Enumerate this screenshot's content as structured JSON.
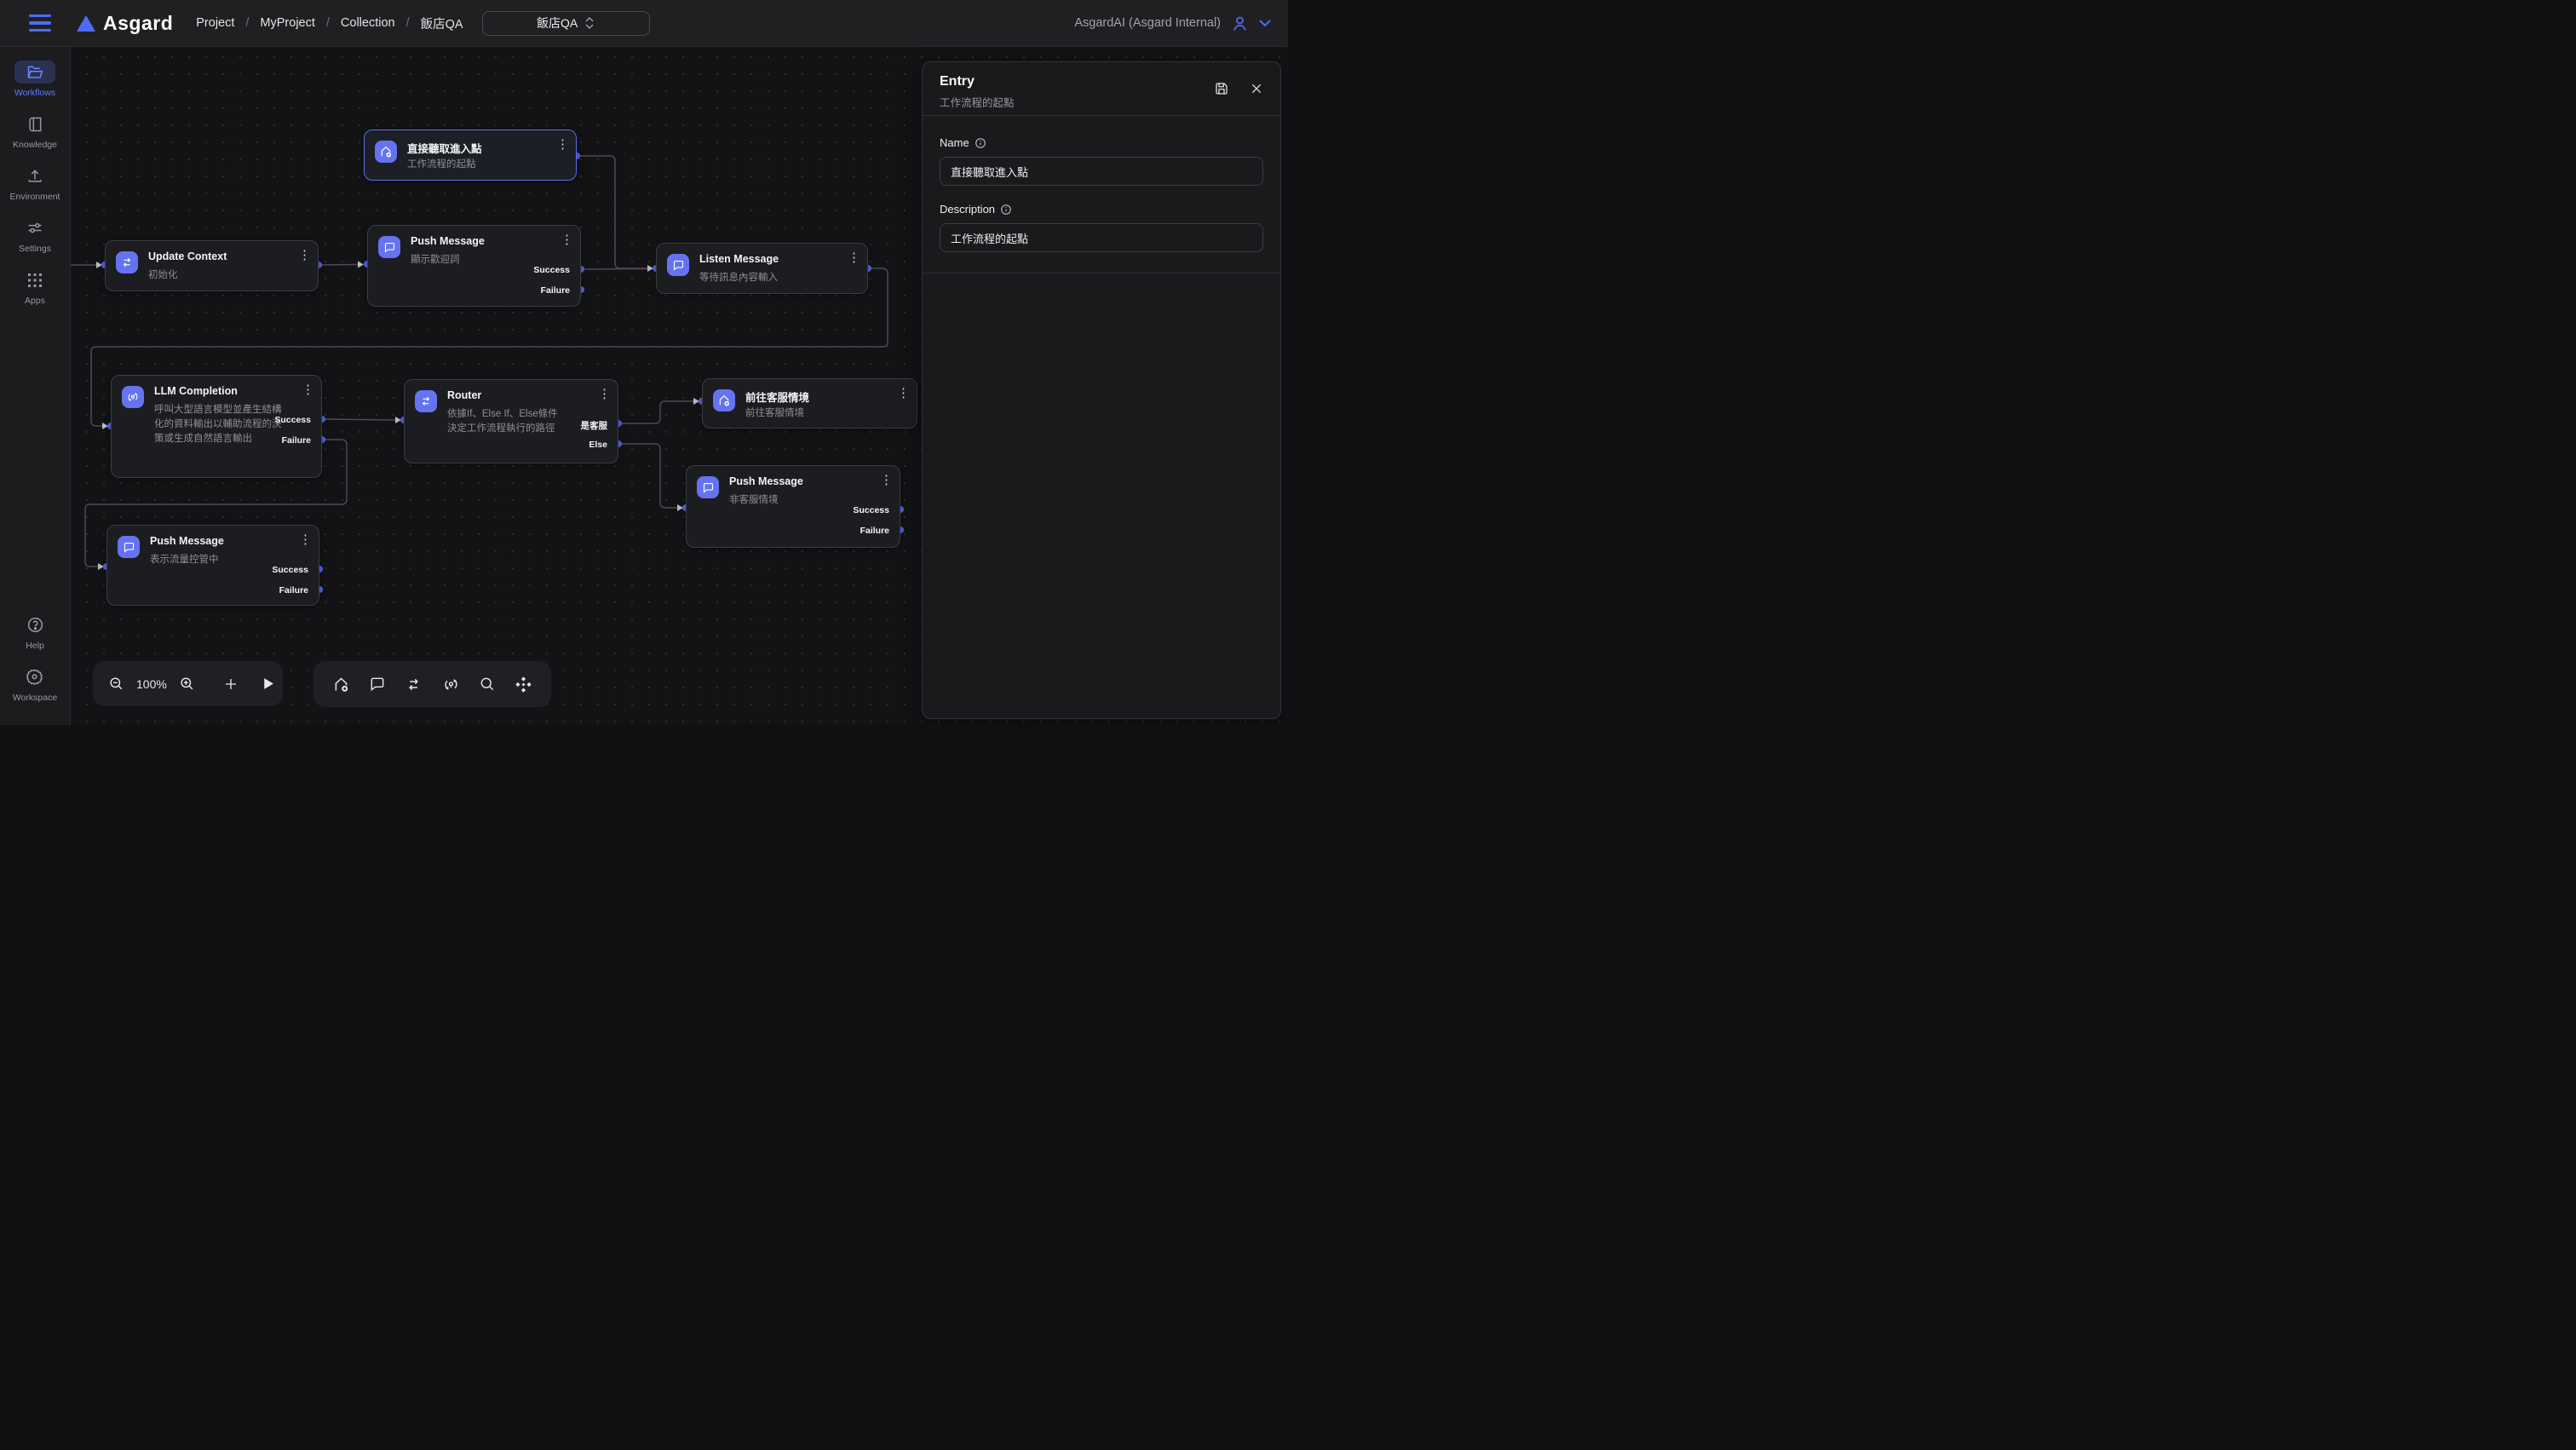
{
  "header": {
    "logo_text": "Asgard",
    "breadcrumb": [
      "Project",
      "MyProject",
      "Collection",
      "飯店QA"
    ],
    "separator": "/",
    "workflow_selector": "飯店QA",
    "account_label": "AsgardAI (Asgard Internal)"
  },
  "sidebar": {
    "items": [
      {
        "label": "Workflows",
        "icon": "folder-icon",
        "active": true
      },
      {
        "label": "Knowledge",
        "icon": "book-icon",
        "active": false
      },
      {
        "label": "Environment",
        "icon": "upload-icon",
        "active": false
      },
      {
        "label": "Settings",
        "icon": "sliders-icon",
        "active": false
      },
      {
        "label": "Apps",
        "icon": "apps-grid-icon",
        "active": false
      }
    ],
    "footer_items": [
      {
        "label": "Help",
        "icon": "help-icon"
      },
      {
        "label": "Workspace",
        "icon": "gear-icon"
      }
    ]
  },
  "nodes": [
    {
      "title": "直接聽取進入點",
      "subtitle": "工作流程的起點",
      "icon": "entry-node-icon",
      "selected": true,
      "outputs": []
    },
    {
      "title": "Update Context",
      "subtitle": "初始化",
      "icon": "swap-arrows-icon",
      "selected": false,
      "outputs": []
    },
    {
      "title": "Push Message",
      "subtitle": "顯示歡迎詞",
      "icon": "chat-bubble-icon",
      "selected": false,
      "outputs": [
        "Success",
        "Failure"
      ]
    },
    {
      "title": "Listen Message",
      "subtitle": "等待訊息內容輸入",
      "icon": "chat-bubble-icon",
      "selected": false,
      "outputs": []
    },
    {
      "title": "LLM Completion",
      "subtitle": "呼叫大型語言模型並產生結構化的資料輸出以輔助流程的決策或生成自然語言輸出",
      "icon": "llm-icon",
      "selected": false,
      "outputs": [
        "Success",
        "Failure"
      ]
    },
    {
      "title": "Router",
      "subtitle": "依據If、Else If、Else條件決定工作流程執行的路徑",
      "icon": "swap-arrows-icon",
      "selected": false,
      "outputs": [
        "是客服",
        "Else"
      ]
    },
    {
      "title": "前往客服情境",
      "subtitle": "前往客服情境",
      "icon": "entry-node-icon",
      "selected": false,
      "outputs": []
    },
    {
      "title": "Push Message",
      "subtitle": "非客服情境",
      "icon": "chat-bubble-icon",
      "selected": false,
      "outputs": [
        "Success",
        "Failure"
      ]
    },
    {
      "title": "Push Message",
      "subtitle": "表示流量控管中",
      "icon": "chat-bubble-icon",
      "selected": false,
      "outputs": [
        "Success",
        "Failure"
      ]
    }
  ],
  "canvas_toolbar": {
    "zoom_level": "100%",
    "icons": [
      "zoom-out-icon",
      "zoom-in-icon",
      "add-icon",
      "run-icon"
    ]
  },
  "node_toolbar": {
    "icons": [
      "entry-node-icon",
      "message-node-icon",
      "router-node-icon",
      "llm-node-icon",
      "search-icon",
      "fit-view-icon"
    ]
  },
  "panel": {
    "title": "Entry",
    "subtitle": "工作流程的起點",
    "name_label": "Name",
    "name_value": "直接聽取進入點",
    "description_label": "Description",
    "description_value": "工作流程的起點"
  },
  "colors": {
    "accent": "#5b6cf0",
    "node_icon_bg": "#6673f0",
    "port": "#5663e8",
    "edge": "#4b4b51"
  }
}
